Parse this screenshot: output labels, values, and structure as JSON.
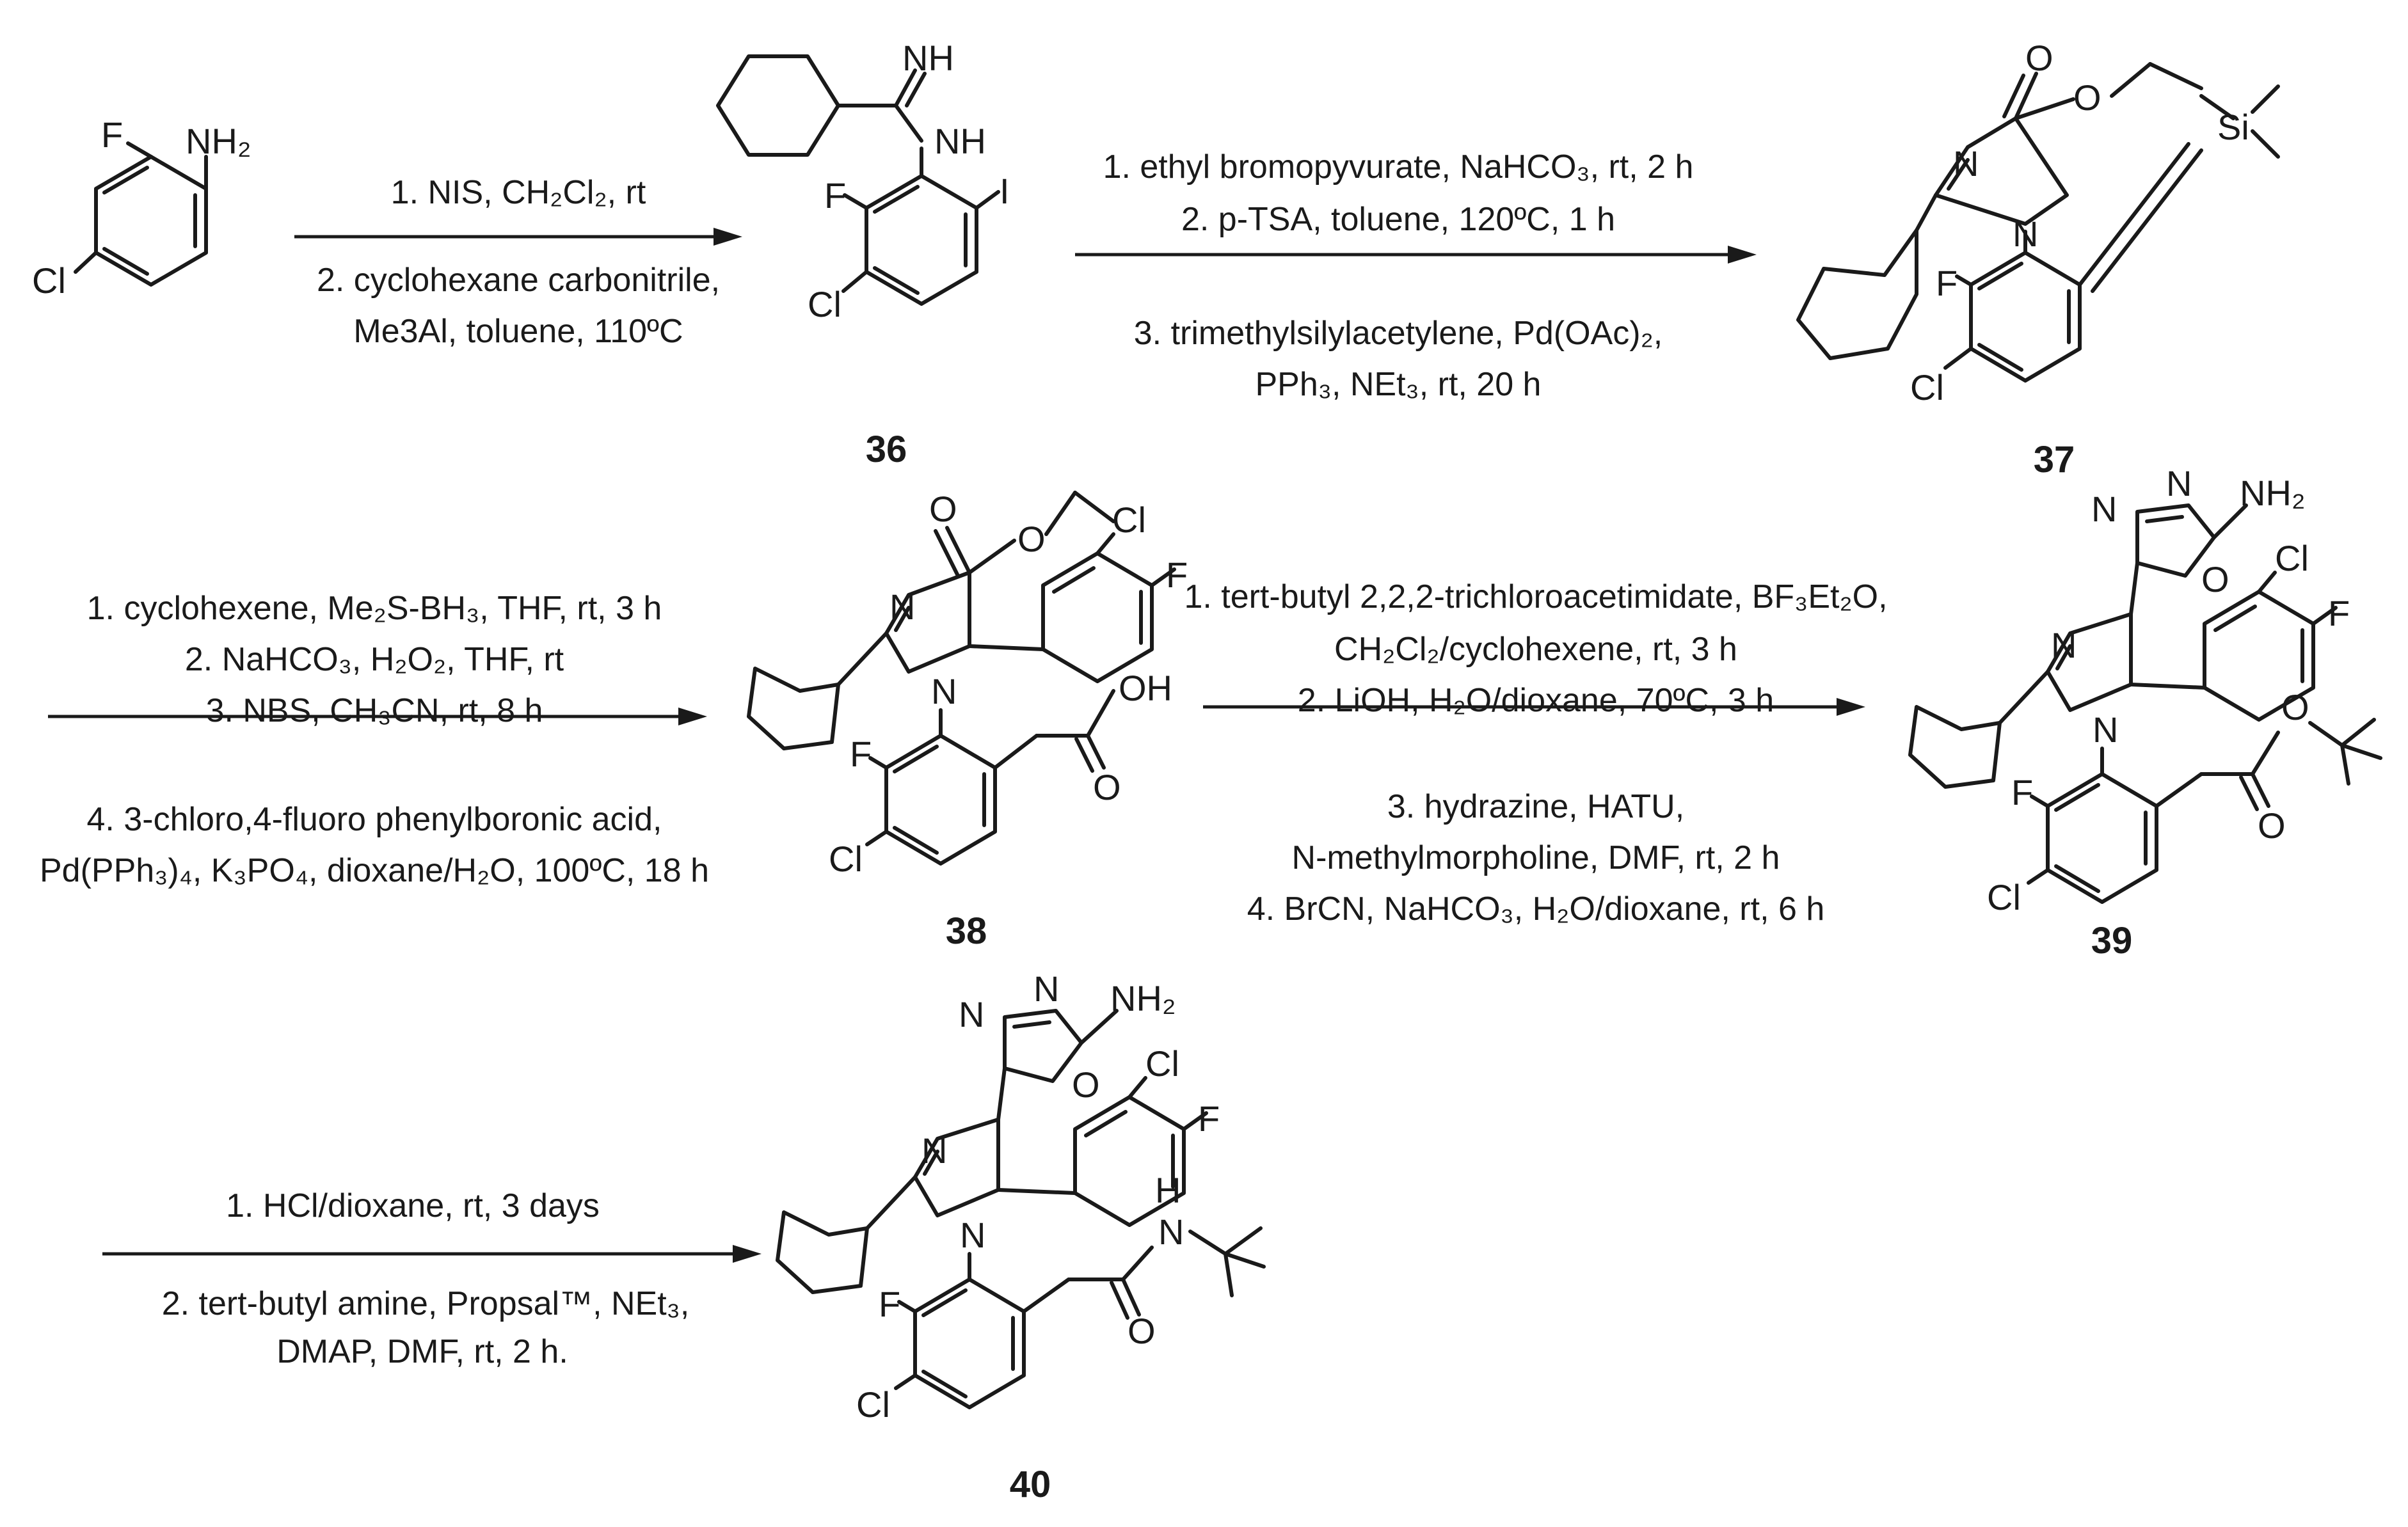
{
  "scheme": {
    "step1": {
      "lines": [
        "1. NIS, CH₂Cl₂, rt",
        "2. cyclohexane carbonitrile,",
        "Me3Al, toluene, 110ºC"
      ]
    },
    "step2": {
      "lines": [
        "1. ethyl bromopyvurate, NaHCO₃, rt, 2 h",
        "2. p-TSA, toluene, 120ºC, 1 h",
        "3. trimethylsilylacetylene, Pd(OAc)₂,",
        "PPh₃, NEt₃, rt, 20 h"
      ]
    },
    "step3": {
      "lines": [
        "1. cyclohexene, Me₂S-BH₃, THF, rt, 3 h",
        "2. NaHCO₃, H₂O₂, THF, rt",
        "3. NBS, CH₃CN, rt, 8 h",
        "4. 3-chloro,4-fluoro phenylboronic acid,",
        "Pd(PPh₃)₄, K₃PO₄, dioxane/H₂O, 100ºC, 18 h"
      ]
    },
    "step4": {
      "lines": [
        "1. tert-butyl 2,2,2-trichloroacetimidate, BF₃Et₂O,",
        "CH₂Cl₂/cyclohexene, rt, 3 h",
        "2. LiOH, H₂O/dioxane, 70ºC, 3 h",
        "3. hydrazine, HATU,",
        "N-methylmorpholine, DMF, rt, 2 h",
        "4. BrCN, NaHCO₃, H₂O/dioxane, rt, 6 h"
      ]
    },
    "step5": {
      "lines": [
        "1. HCl/dioxane, rt, 3 days",
        "2. tert-butyl amine, Propsal™, NEt₃,",
        "DMAP, DMF, rt, 2 h."
      ]
    },
    "compounds": [
      "36",
      "37",
      "38",
      "39",
      "40"
    ],
    "atoms": {
      "nh2": "NH₂",
      "f": "F",
      "cl": "Cl",
      "i": "I",
      "nh": "NH",
      "n": "N",
      "o": "O",
      "si": "Si",
      "oh": "OH",
      "h": "H"
    }
  }
}
